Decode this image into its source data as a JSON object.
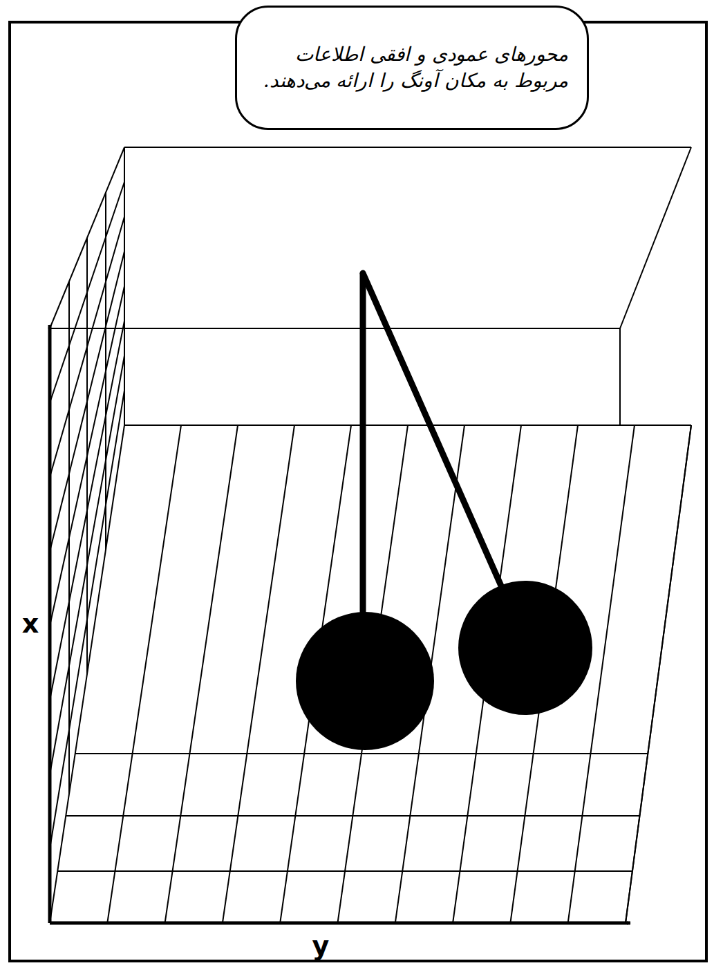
{
  "diagram": {
    "nodes": [
      {
        "text": [
          "محورهای عمودی و افقی اطلاعات مربوط به مکان آونگ را ارائه می‌دهند."
        ]
      }
    ],
    "labels": [
      "x",
      "y"
    ]
  }
}
